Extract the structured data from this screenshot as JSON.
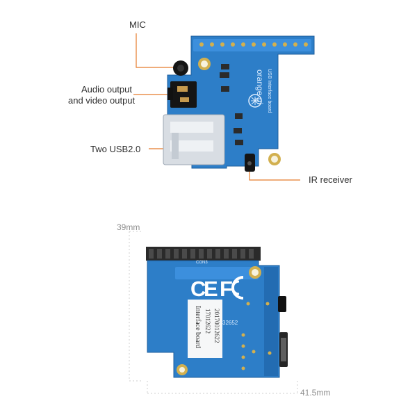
{
  "labels": {
    "mic": "MIC",
    "audio_output": "Audio output",
    "video_output": "and video output",
    "usb": "Two USB2.0",
    "ir": "IR receiver"
  },
  "dimensions": {
    "height": "39mm",
    "width": "41.5mm"
  },
  "board_text": {
    "top_brand": "orange pi",
    "top_board_name": "USB Interface board",
    "bottom_sticker_line1": "Interface board",
    "bottom_sticker_line2": "17012622",
    "bottom_sticker_line3": "20170012622",
    "bottom_side_code": "32652",
    "bottom_con_text": "CON3"
  },
  "colors": {
    "callout": "#e57b2b",
    "pcb_blue": "#2d7ec8",
    "text": "#2f2f2f",
    "dimension_gray": "#8d8d8d"
  },
  "icons": {
    "ce_mark": "ce-mark",
    "fcc_mark": "fcc-mark"
  }
}
